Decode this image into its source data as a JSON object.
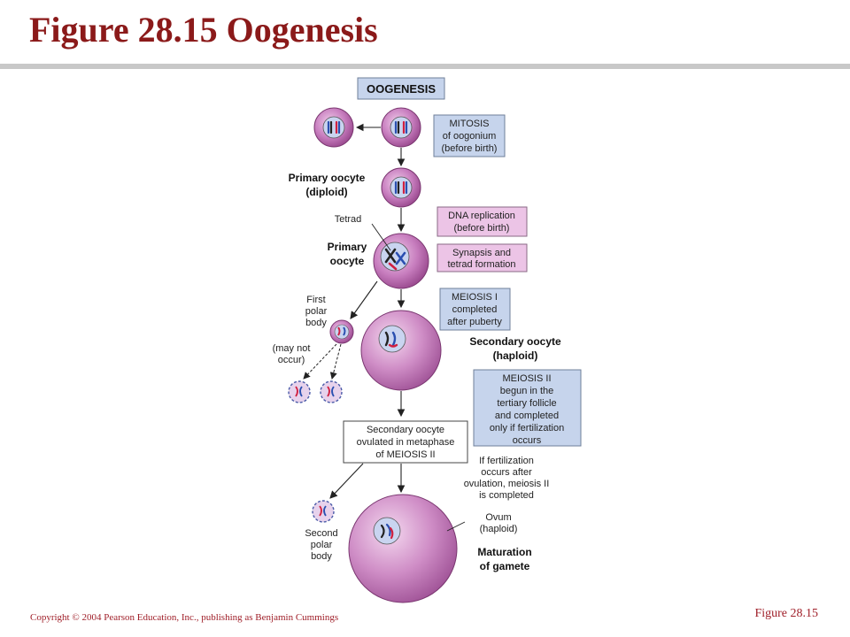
{
  "slide": {
    "title": "Figure 28.15  Oogenesis",
    "figure_ref": "Figure 28.15",
    "copyright": "Copyright © 2004 Pearson Education, Inc., publishing as Benjamin Cummings"
  },
  "diagram": {
    "header": "OOGENESIS",
    "boxes": {
      "mitosis": [
        "MITOSIS",
        "of oogonium",
        "(before birth)"
      ],
      "dna": [
        "DNA replication",
        "(before birth)"
      ],
      "synapsis": [
        "Synapsis and",
        "tetrad formation"
      ],
      "meiosis1": [
        "MEIOSIS I",
        "completed",
        "after puberty"
      ],
      "meiosis2": [
        "MEIOSIS II",
        "begun in the",
        "tertiary follicle",
        "and completed",
        "only if fertilization",
        "occurs"
      ],
      "ovulated": [
        "Secondary oocyte",
        "ovulated in metaphase",
        "of MEIOSIS II"
      ]
    },
    "labels": {
      "primary_diploid": [
        "Primary oocyte",
        "(diploid)"
      ],
      "tetrad": "Tetrad",
      "primary_oocyte": [
        "Primary",
        "oocyte"
      ],
      "first_polar": [
        "First",
        "polar",
        "body"
      ],
      "may_not": [
        "(may not",
        "occur)"
      ],
      "secondary_haploid": [
        "Secondary oocyte",
        "(haploid)"
      ],
      "fertilization": [
        "If fertilization",
        "occurs after",
        "ovulation, meiosis II",
        "is completed"
      ],
      "second_polar": [
        "Second",
        "polar",
        "body"
      ],
      "ovum": [
        "Ovum",
        "(haploid)"
      ],
      "maturation": [
        "Maturation",
        "of gamete"
      ]
    },
    "colors": {
      "cell": "#b565a9",
      "cell_light": "#e8b8e0",
      "nucleus": "#c9d4f0",
      "blue_box": "#c6d4ec",
      "pink_box": "#ecc4e6",
      "chrom_red": "#d02040",
      "chrom_blue": "#2a4fb0"
    }
  }
}
